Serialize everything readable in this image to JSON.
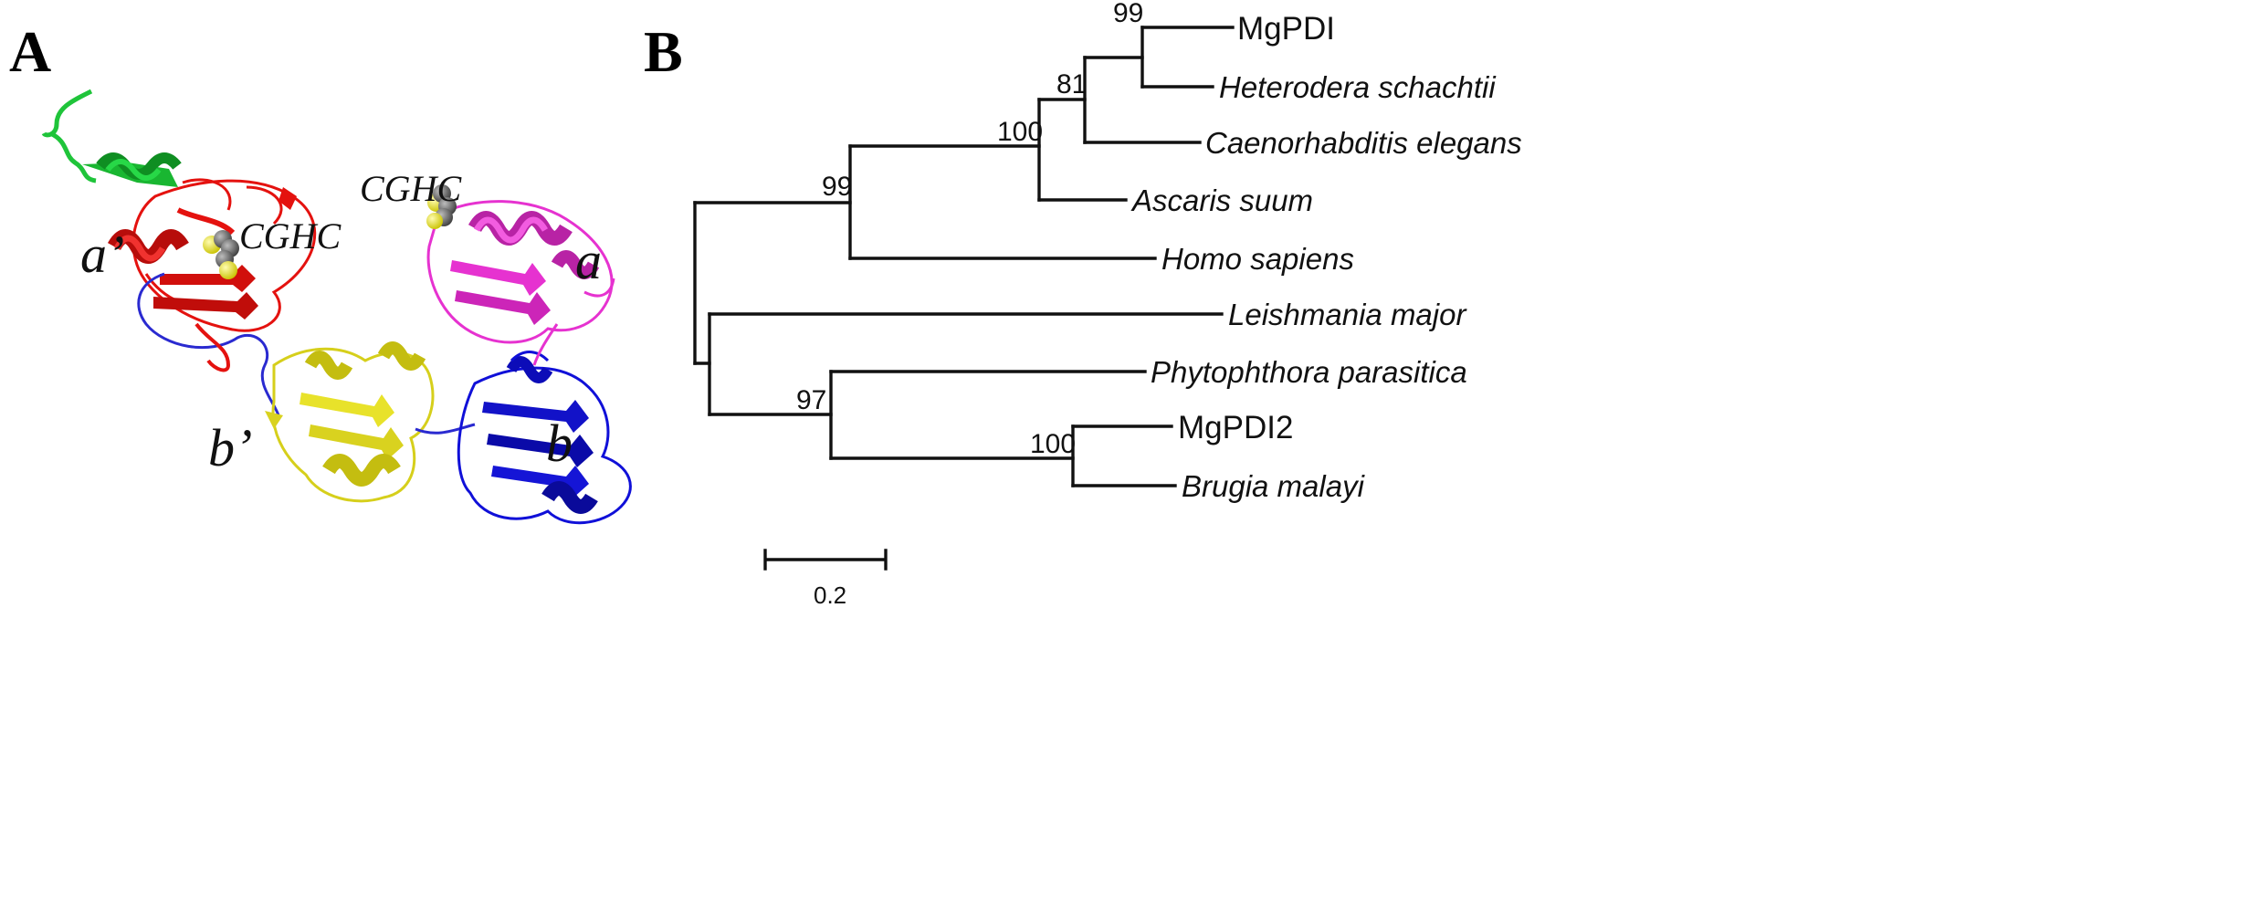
{
  "panel_a": {
    "letter": "A",
    "domain_labels": {
      "a_prime": "a’",
      "b_prime": "b’",
      "a": "a",
      "b": "b"
    },
    "motif_labels": [
      "CGHC",
      "CGHC"
    ],
    "colors": {
      "n_terminal": "#1fc43a",
      "a_prime": "#e4120f",
      "b_prime": "#e8e22a",
      "b": "#1010d8",
      "a": "#e632d0",
      "linker": "#2a2ad0",
      "sulfur": "#e8e21a",
      "carbon": "#6b6b6b"
    }
  },
  "panel_b": {
    "letter": "B",
    "taxa": [
      "MgPDI",
      "Heterodera schachtii",
      "Caenorhabditis elegans",
      "Ascaris suum",
      "Homo sapiens",
      "Leishmania major",
      "Phytophthora parasitica",
      "MgPDI2",
      "Brugia malayi"
    ],
    "bootstrap": [
      "99",
      "81",
      "100",
      "99",
      "97",
      "100"
    ],
    "scale_bar": {
      "label": "0.2",
      "value": 0.2
    }
  }
}
